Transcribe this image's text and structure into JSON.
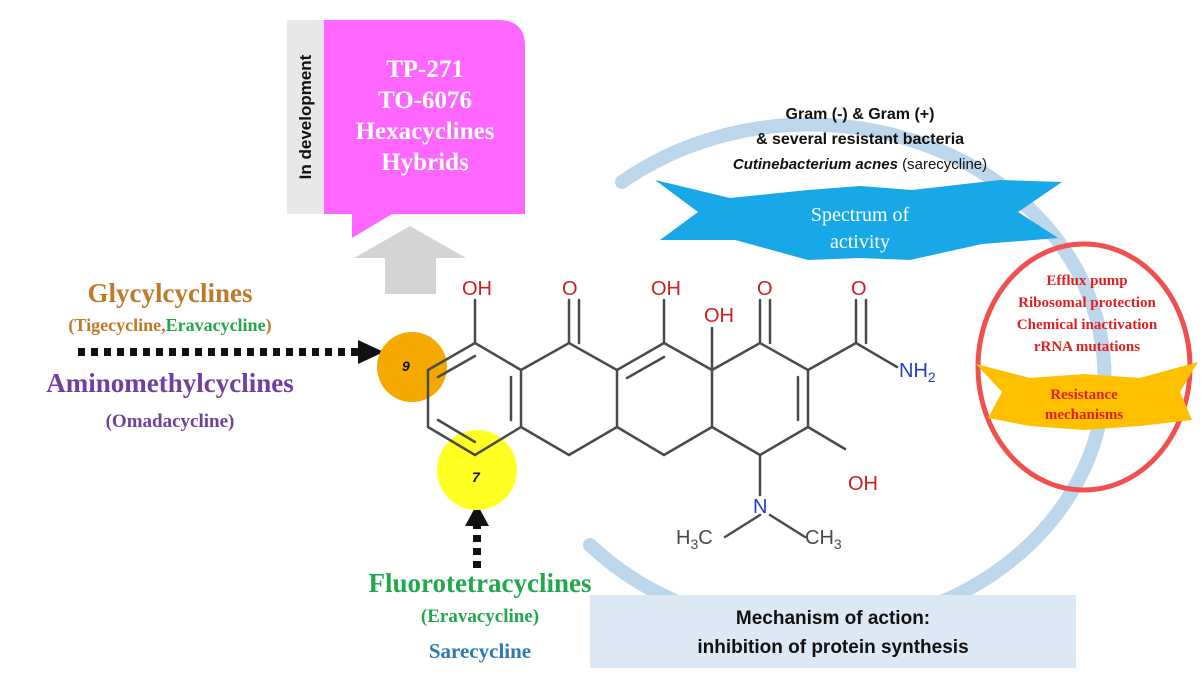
{
  "development": {
    "side_label": "In development",
    "items": [
      "TP-271",
      "TO-6076",
      "Hexacyclines",
      "Hybrids"
    ]
  },
  "classes": {
    "glycylcyclines": {
      "name": "Glycylcyclines",
      "drugs_open": "(",
      "drug_a": "Tigecycline",
      "sep": ",",
      "drug_b": "Eravacycline",
      "drugs_close": ")"
    },
    "aminomethylcyclines": {
      "name": "Aminomethylcyclines",
      "drugs": "(Omadacycline)"
    },
    "fluorotetracyclines": {
      "name": "Fluorotetracyclines",
      "drugs": "(Eravacycline)",
      "extra": "Sarecycline"
    }
  },
  "positions": {
    "p9": "9",
    "p7": "7"
  },
  "spectrum": {
    "line1": "Gram (-) & Gram (+)",
    "line2": "& several resistant bacteria",
    "organism": "Cutinebacterium  acnes",
    "organism_note": " (sarecycline)",
    "banner_line1": "Spectrum of",
    "banner_line2": "activity"
  },
  "resistance": {
    "items": [
      "Efflux pump",
      "Ribosomal protection",
      "Chemical inactivation",
      "rRNA mutations"
    ],
    "banner_line1": "Resistance",
    "banner_line2": "mechanisms"
  },
  "mechanism": {
    "line1": "Mechanism of action:",
    "line2": "inhibition of protein synthesis"
  },
  "molecule": {
    "oh": "OH",
    "o": "O",
    "nh2_main": "NH",
    "nh2_sub": "2",
    "n": "N",
    "ch3_c": "C",
    "ch3_h": "H",
    "ch3_sub": "3"
  },
  "colors": {
    "pink": "#ff66ff",
    "gray_label": "#e8e8e8",
    "orange": "#f5a800",
    "yellow": "#ffff22",
    "glyco": "#c0782a",
    "green": "#22a84c",
    "purple": "#7040a0",
    "blue_text": "#2c7ab0",
    "spectrum_banner": "#18a8e8",
    "resistance_banner": "#ffc000",
    "resistance_text": "#e02020",
    "arc_blue": "#bcd6ec",
    "ring_red": "#f05050",
    "mech_box": "#dce8f4",
    "bond": "#4a4a4a",
    "atom_red": "#cc2020",
    "atom_blue": "#2040c0"
  }
}
